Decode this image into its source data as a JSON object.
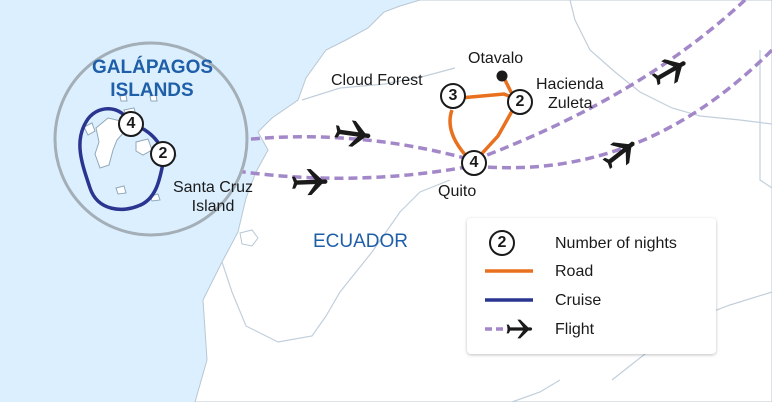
{
  "region": {
    "title_line1": "GALÁPAGOS",
    "title_line2": "ISLANDS",
    "country": "ECUADOR"
  },
  "places": {
    "otavalo": "Otavalo",
    "cloud_forest": "Cloud Forest",
    "hacienda_line1": "Hacienda",
    "hacienda_line2": "Zuleta",
    "quito": "Quito",
    "santa_cruz_line1": "Santa Cruz",
    "santa_cruz_line2": "Island"
  },
  "nights": {
    "galapagos_cruise": "4",
    "santa_cruz": "2",
    "cloud_forest": "3",
    "hacienda_zuleta": "2",
    "quito": "4"
  },
  "legend": {
    "nights_marker": "2",
    "nights_label": "Number of nights",
    "road_label": "Road",
    "cruise_label": "Cruise",
    "flight_label": "Flight"
  },
  "colors": {
    "road": "#e8701e",
    "cruise": "#2a3590",
    "flight": "#a388c9",
    "sea": "#dcefff",
    "land": "#ffffff",
    "label_blue": "#1f5fa8"
  },
  "icons": {
    "flight_icon": "airplane-icon",
    "town_marker": "filled-dot-icon"
  }
}
